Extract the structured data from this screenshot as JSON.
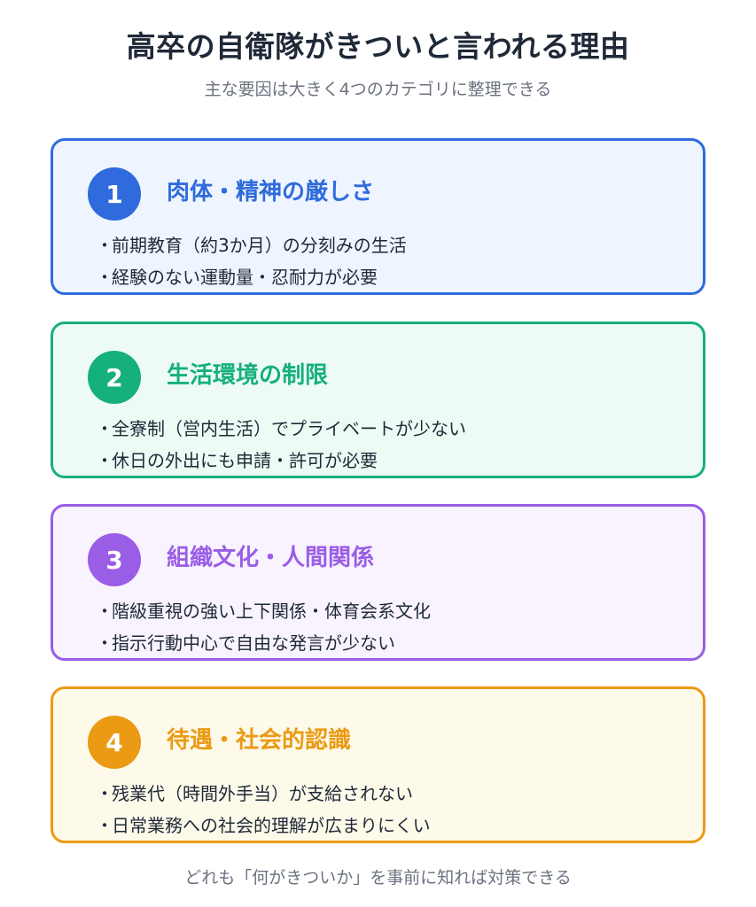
{
  "header": {
    "title": "高卒の自衛隊がきついと言われる理由",
    "subtitle": "主な要因は大きく4つのカテゴリに整理できる"
  },
  "bullet_char": "・",
  "categories": [
    {
      "number": "1",
      "title": "肉体・精神の厳しさ",
      "points": [
        "前期教育（約3か月）の分刻みの生活",
        "経験のない運動量・忍耐力が必要"
      ],
      "accent": "#2f6bdc",
      "background": "#eef5ff"
    },
    {
      "number": "2",
      "title": "生活環境の制限",
      "points": [
        "全寮制（営内生活）でプライベートが少ない",
        "休日の外出にも申請・許可が必要"
      ],
      "accent": "#16b07a",
      "background": "#edfbf4"
    },
    {
      "number": "3",
      "title": "組織文化・人間関係",
      "points": [
        "階級重視の強い上下関係・体育会系文化",
        "指示行動中心で自由な発言が少ない"
      ],
      "accent": "#9a5de6",
      "background": "#f8f3ff"
    },
    {
      "number": "4",
      "title": "待遇・社会的認識",
      "points": [
        "残業代（時間外手当）が支給されない",
        "日常業務への社会的理解が広まりにくい"
      ],
      "accent": "#eb9a14",
      "background": "#fefaea"
    }
  ],
  "footer": {
    "text": "どれも「何がきついか」を事前に知れば対策できる"
  }
}
